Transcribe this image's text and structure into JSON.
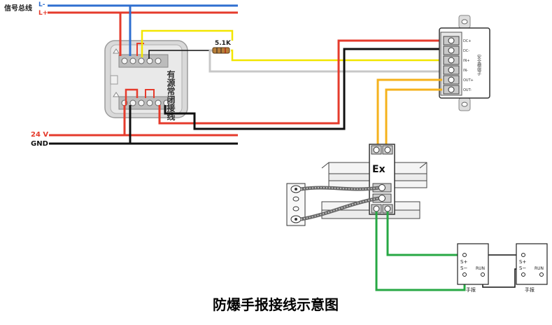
{
  "title": "防爆手报接线示意图",
  "bus": {
    "label": "信号总线",
    "l_minus": "L-",
    "l_plus": "L+"
  },
  "power": {
    "v24": "24 V",
    "gnd": "GND"
  },
  "module": {
    "label": "有源常闭接线"
  },
  "resistor": {
    "label": "5.1K"
  },
  "barrier": {
    "label": "Ex"
  },
  "right_device": {
    "pins": [
      "DC+",
      "DC-",
      "IN+",
      "IN-",
      "OUT+",
      "OUT-"
    ],
    "side_label": "安全栅端子"
  },
  "call_points": [
    {
      "splus": "S+",
      "sminus": "S−",
      "run": "RUN",
      "name": "手报"
    },
    {
      "splus": "S+",
      "sminus": "S−",
      "run": "RUN",
      "name": "手报"
    }
  ],
  "colors": {
    "blue": "#2f6fd0",
    "red": "#e53b2c",
    "black": "#111111",
    "yellow": "#f2e600",
    "orange": "#f5b21c",
    "green": "#27a844",
    "grey": "#c8c8c8"
  }
}
